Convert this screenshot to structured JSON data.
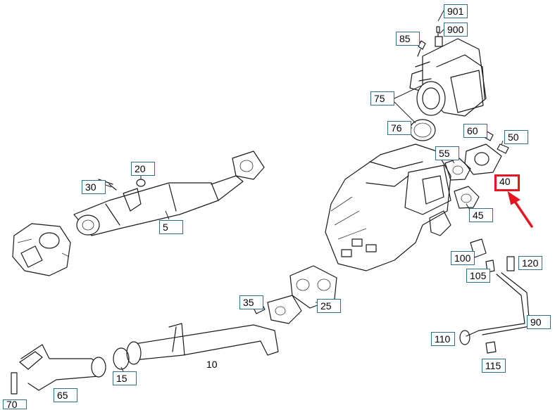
{
  "callouts": {
    "c901": "901",
    "c900": "900",
    "c85": "85",
    "c75": "75",
    "c76": "76",
    "c60": "60",
    "c50": "50",
    "c55": "55",
    "c40": "40",
    "c45": "45",
    "c20": "20",
    "c30": "30",
    "c5": "5",
    "c100": "100",
    "c105": "105",
    "c120": "120",
    "c25": "25",
    "c35": "35",
    "c90": "90",
    "c10": "10",
    "c110": "110",
    "c115": "115",
    "c15": "15",
    "c65": "65",
    "c70": "70"
  },
  "colors": {
    "callout_border": "#2f6f8f",
    "highlight": "#e5161f",
    "line": "#1a1a1a"
  },
  "highlighted_part": "40"
}
